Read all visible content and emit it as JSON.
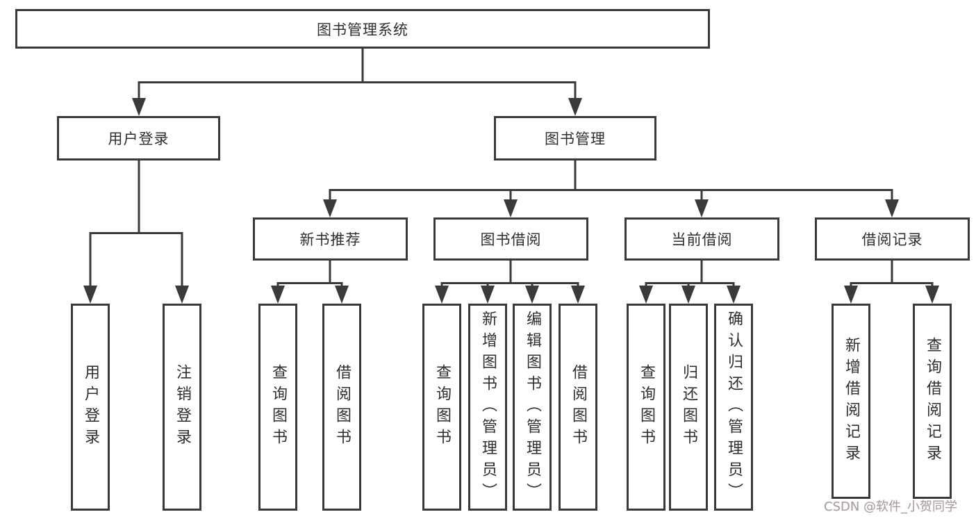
{
  "diagram": {
    "root": {
      "label": "图书管理系统"
    },
    "level2": [
      {
        "label": "用户登录"
      },
      {
        "label": "图书管理"
      }
    ],
    "level3": [
      {
        "label": "新书推荐",
        "parent": "图书管理"
      },
      {
        "label": "图书借阅",
        "parent": "图书管理"
      },
      {
        "label": "当前借阅",
        "parent": "图书管理"
      },
      {
        "label": "借阅记录",
        "parent": "图书管理"
      }
    ],
    "leaves": [
      {
        "label": "用户登录",
        "parent": "用户登录"
      },
      {
        "label": "注销登录",
        "parent": "用户登录"
      },
      {
        "label": "查询图书",
        "parent": "新书推荐"
      },
      {
        "label": "借阅图书",
        "parent": "新书推荐"
      },
      {
        "label": "查询图书",
        "parent": "图书借阅"
      },
      {
        "label": "新增图书（管理员）",
        "parent": "图书借阅"
      },
      {
        "label": "编辑图书（管理员）",
        "parent": "图书借阅"
      },
      {
        "label": "借阅图书",
        "parent": "图书借阅"
      },
      {
        "label": "查询图书",
        "parent": "当前借阅"
      },
      {
        "label": "归还图书",
        "parent": "当前借阅"
      },
      {
        "label": "确认归还（管理员）",
        "parent": "当前借阅"
      },
      {
        "label": "新增借阅记录",
        "parent": "借阅记录"
      },
      {
        "label": "查询借阅记录",
        "parent": "借阅记录"
      }
    ],
    "colors": {
      "line": "#3a3a3a",
      "text": "#2e2e2e",
      "background": "#ffffff",
      "watermark_text": "#a2a2a2"
    }
  },
  "watermark": {
    "text": "CSDN @软件_小贺同学"
  }
}
